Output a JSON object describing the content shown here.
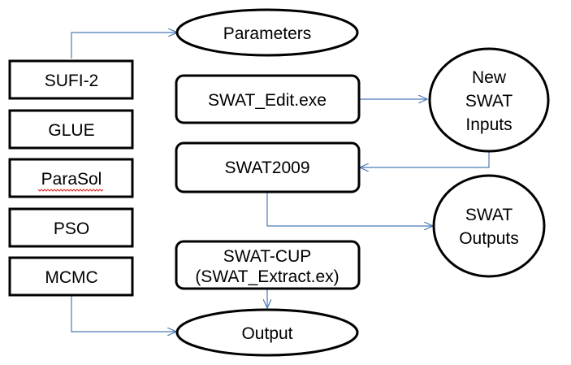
{
  "diagram": {
    "algorithms": [
      "SUFI-2",
      "GLUE",
      "ParaSol",
      "PSO",
      "MCMC"
    ],
    "parameters": "Parameters",
    "swat_edit": "SWAT_Edit.exe",
    "swat2009": "SWAT2009",
    "swat_cup": [
      "SWAT-CUP",
      "(SWAT_Extract.ex)"
    ],
    "output": "Output",
    "new_swat_inputs": [
      "New",
      "SWAT",
      "Inputs"
    ],
    "swat_outputs": [
      "SWAT",
      "Outputs"
    ]
  },
  "colors": {
    "box_stroke": "#000000",
    "connector": "#4a7ab5",
    "spellcheck_underline": "#e02020"
  }
}
